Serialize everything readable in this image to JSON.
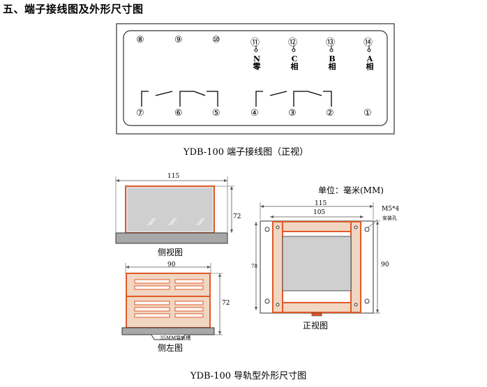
{
  "heading": "五、端子接线图及外形尺寸图",
  "terminal_diagram": {
    "top_terminals": [
      "⑧",
      "⑨",
      "⑩",
      "⑪",
      "⑫",
      "⑬",
      "⑭"
    ],
    "bottom_terminals": [
      "⑦",
      "⑥",
      "⑤",
      "④",
      "③",
      "②",
      "①"
    ],
    "labels": [
      {
        "top": "N",
        "bottom": "零"
      },
      {
        "top": "C",
        "bottom": "相"
      },
      {
        "top": "B",
        "bottom": "相"
      },
      {
        "top": "A",
        "bottom": "相"
      }
    ],
    "caption": "YDB-100 端子接线图（正视）"
  },
  "dimensions": {
    "unit_label": "单位：毫米(MM)",
    "side_view": {
      "width": "115",
      "height": "72",
      "caption": "侧视图"
    },
    "left_view": {
      "width": "90",
      "height": "72",
      "rail_label": "35MM导轨槽",
      "caption": "侧左图"
    },
    "front_view": {
      "width_outer": "115",
      "width_inner": "105",
      "height_outer": "90",
      "height_inner": "78",
      "hole_label_1": "M5*4",
      "hole_label_2": "安装孔",
      "caption": "正视图"
    },
    "caption": "YDB-100 导轨型外形尺寸图"
  }
}
